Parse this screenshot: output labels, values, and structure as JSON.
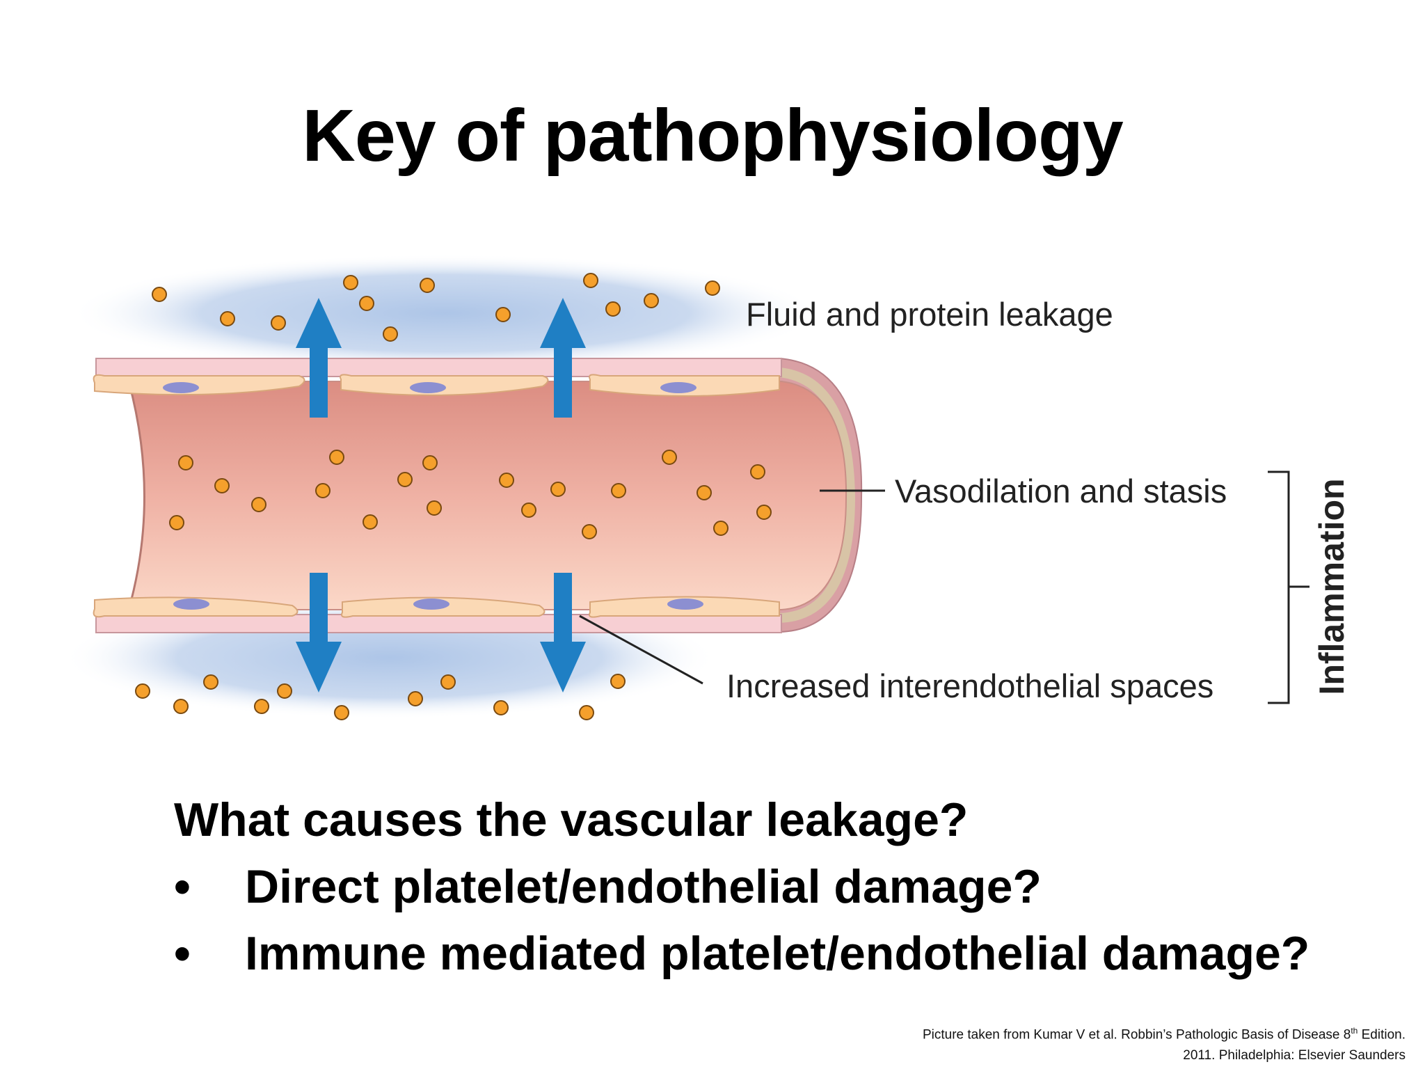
{
  "slide": {
    "title": "Key of pathophysiology"
  },
  "diagram": {
    "labels": {
      "fluid_leakage": "Fluid and protein leakage",
      "vasodilation": "Vasodilation and stasis",
      "interendothelial": "Increased interendothelial spaces",
      "inflammation": "Inflammation"
    },
    "colors": {
      "arrow": "#1f7fc4",
      "particle": "#f5a02c",
      "edema_halo": "#a9c2e6",
      "vessel_lumen": "#e8a296",
      "endothelial_cell": "#fbd9b5",
      "nucleus": "#8c8fd1"
    },
    "icons": [
      "up-arrow-icon",
      "down-arrow-icon",
      "protein-particle-icon",
      "endothelial-cell-icon"
    ]
  },
  "question": {
    "heading": "What causes the vascular leakage?",
    "bullets": [
      "Direct platelet/endothelial damage?",
      "Immune mediated platelet/endothelial damage?"
    ],
    "bullet_symbol": "•"
  },
  "citation": {
    "line1_main": "Picture taken from Kumar V et al. Robbin’s Pathologic Basis of Disease 8",
    "line1_sup": "th",
    "line1_end": " Edition.",
    "line2": "2011. Philadelphia: Elsevier Saunders"
  }
}
